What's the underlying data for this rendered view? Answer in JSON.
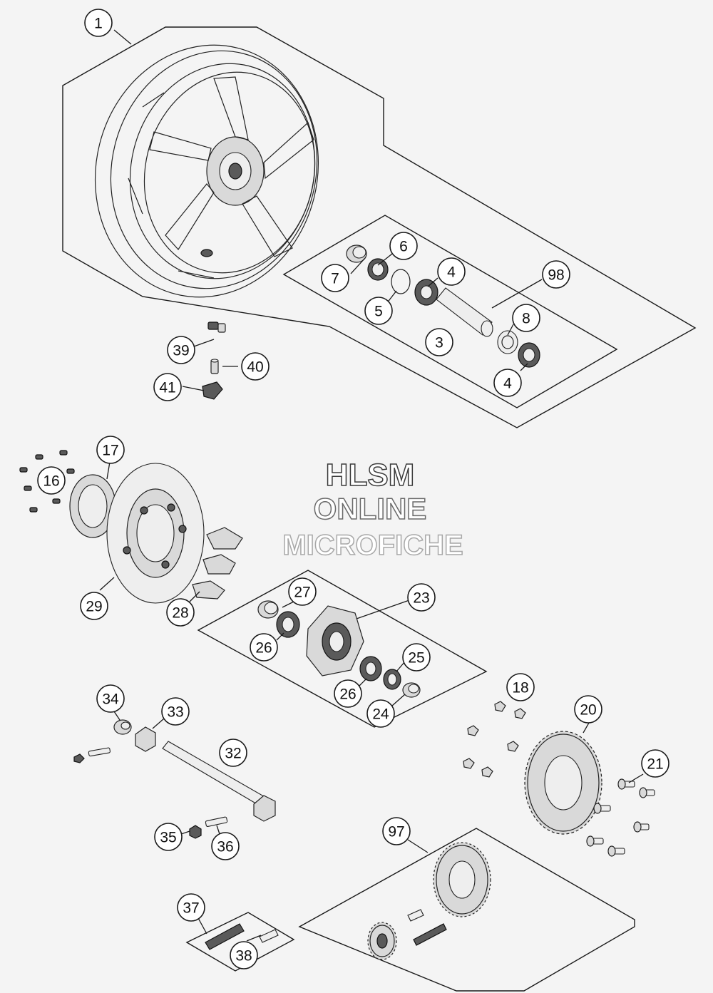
{
  "watermark": {
    "line1": "HLSM",
    "line2": "ONLINE",
    "line3": "MICROFICHE"
  },
  "callouts": [
    {
      "id": "c1",
      "label": "1"
    },
    {
      "id": "c6",
      "label": "6"
    },
    {
      "id": "c7",
      "label": "7"
    },
    {
      "id": "c4a",
      "label": "4"
    },
    {
      "id": "c98",
      "label": "98"
    },
    {
      "id": "c5",
      "label": "5"
    },
    {
      "id": "c8",
      "label": "8"
    },
    {
      "id": "c3",
      "label": "3"
    },
    {
      "id": "c4b",
      "label": "4"
    },
    {
      "id": "c39",
      "label": "39"
    },
    {
      "id": "c40",
      "label": "40"
    },
    {
      "id": "c41",
      "label": "41"
    },
    {
      "id": "c17",
      "label": "17"
    },
    {
      "id": "c16",
      "label": "16"
    },
    {
      "id": "c29",
      "label": "29"
    },
    {
      "id": "c28",
      "label": "28"
    },
    {
      "id": "c27",
      "label": "27"
    },
    {
      "id": "c23",
      "label": "23"
    },
    {
      "id": "c26a",
      "label": "26"
    },
    {
      "id": "c25",
      "label": "25"
    },
    {
      "id": "c26b",
      "label": "26"
    },
    {
      "id": "c24",
      "label": "24"
    },
    {
      "id": "c34",
      "label": "34"
    },
    {
      "id": "c33",
      "label": "33"
    },
    {
      "id": "c32",
      "label": "32"
    },
    {
      "id": "c18",
      "label": "18"
    },
    {
      "id": "c20",
      "label": "20"
    },
    {
      "id": "c21",
      "label": "21"
    },
    {
      "id": "c35",
      "label": "35"
    },
    {
      "id": "c36",
      "label": "36"
    },
    {
      "id": "c97",
      "label": "97"
    },
    {
      "id": "c37",
      "label": "37"
    },
    {
      "id": "c38",
      "label": "38"
    }
  ],
  "colors": {
    "background": "#f4f4f4",
    "line": "#1a1a1a",
    "callout_fill": "#ffffff",
    "watermark_fill": "#ffffff",
    "watermark_stroke_1": "#3a3a3a",
    "watermark_stroke_2": "#6a6a6a",
    "watermark_stroke_3": "#a8a8a8"
  }
}
